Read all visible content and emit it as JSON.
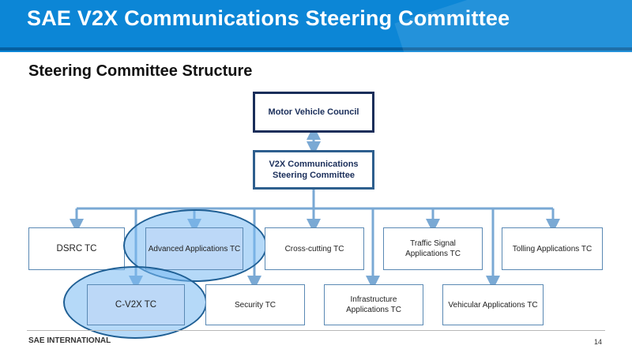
{
  "header": {
    "title": "SAE V2X Communications Steering Committee"
  },
  "section": {
    "title": "Steering Committee Structure"
  },
  "org": {
    "top": "Motor Vehicle  Council",
    "steering": "V2X Communications\nSteering Committee",
    "row1": [
      "DSRC TC",
      "Advanced Applications TC",
      "Cross-cutting TC",
      "Traffic Signal\nApplications TC",
      "Tolling Applications TC"
    ],
    "row2": [
      "C-V2X TC",
      "Security TC",
      "Infrastructure\nApplications TC",
      "Vehicular Applications TC"
    ],
    "highlighted": [
      "Advanced Applications TC",
      "C-V2X TC"
    ]
  },
  "footer": {
    "org": "SAE INTERNATIONAL",
    "page": "14"
  },
  "colors": {
    "header": "#0c86d6",
    "connector": "#7aa9d4",
    "highlight": "#bcd8f7",
    "top_border": "#1a2e5a"
  }
}
